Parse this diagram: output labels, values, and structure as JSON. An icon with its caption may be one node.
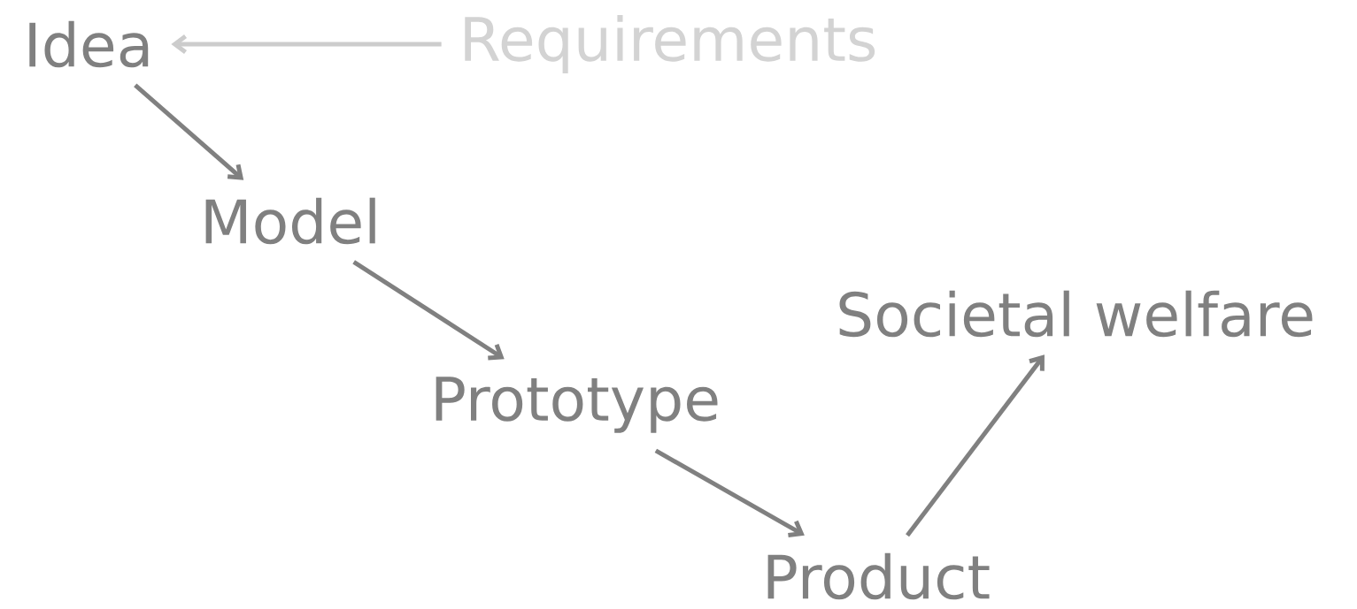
{
  "diagram": {
    "nodes": [
      {
        "text": [
          "Idea"
        ]
      },
      {
        "text": [
          "Requirements"
        ]
      },
      {
        "text": [
          "Model"
        ]
      },
      {
        "text": [
          "Prototype"
        ]
      },
      {
        "text": [
          "Product"
        ]
      },
      {
        "text": [
          "Societal welfare"
        ]
      }
    ],
    "edges": [
      {
        "from": 1,
        "to": 0,
        "arrow": "to",
        "color": "#cccccc"
      },
      {
        "from": 0,
        "to": 2,
        "arrow": "to"
      },
      {
        "from": 2,
        "to": 3,
        "arrow": "to"
      },
      {
        "from": 3,
        "to": 4,
        "arrow": "to"
      },
      {
        "from": 4,
        "to": 5,
        "arrow": "to"
      }
    ]
  }
}
